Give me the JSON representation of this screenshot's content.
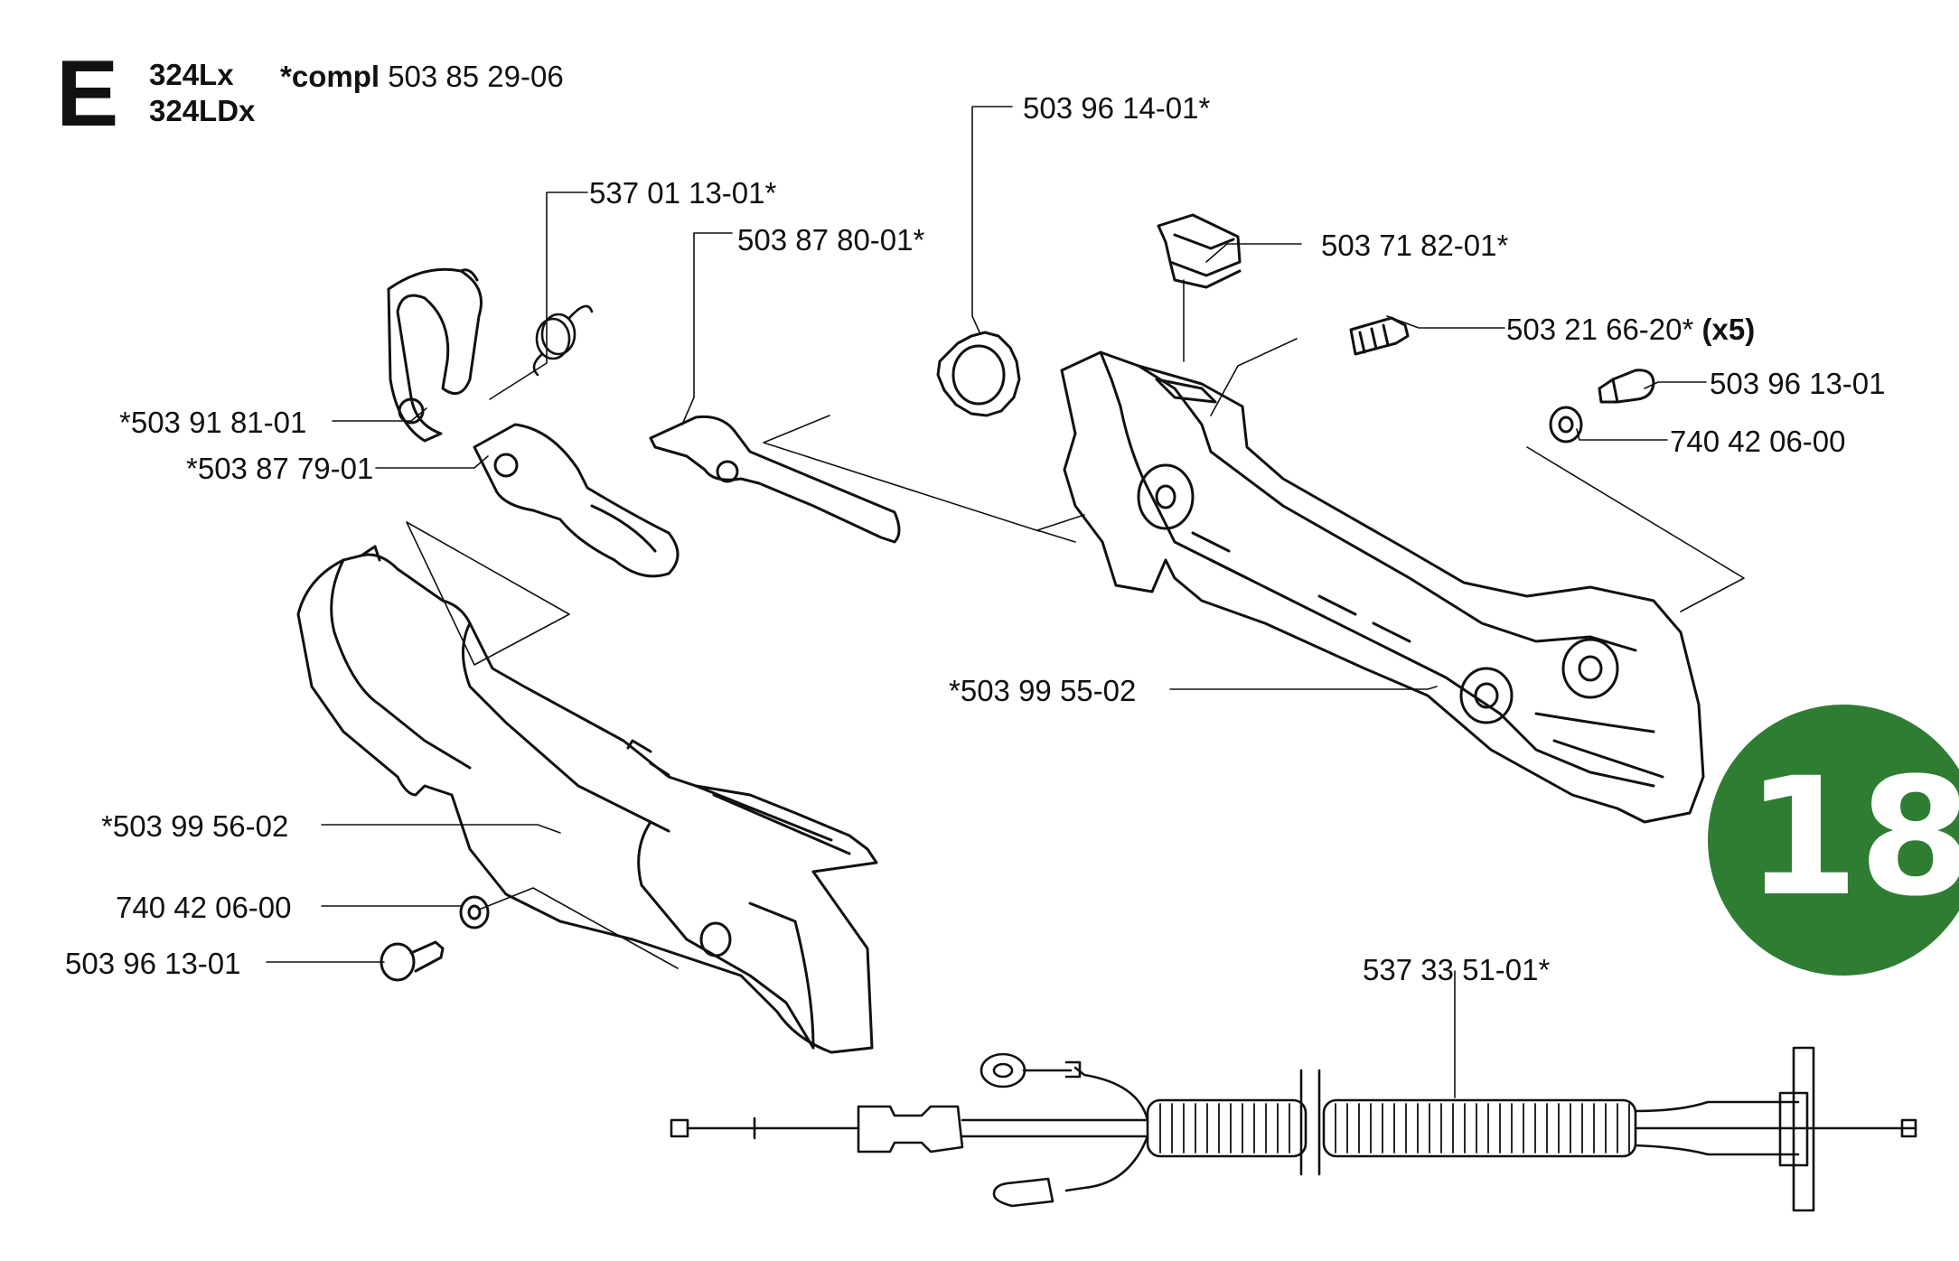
{
  "header": {
    "section_letter": "E",
    "model_1": "324Lx",
    "model_2": "324LDx",
    "compl_prefix": "*compl",
    "compl_number": "503 85 29-06"
  },
  "badge": {
    "number": "18",
    "color": "#2f7d32"
  },
  "parts": {
    "p1": "537 01 13-01*",
    "p2": "503 87 80-01*",
    "p3": "503 96 14-01*",
    "p4": "503 71 82-01*",
    "p5": "503 21 66-20*",
    "p5_qty": "(x5)",
    "p6": "503 96 13-01",
    "p7": "740 42 06-00",
    "p8": "*503 91 81-01",
    "p9": "*503 87 79-01",
    "p10": "*503 99 55-02",
    "p11": "*503 99 56-02",
    "p12": "740 42 06-00",
    "p13": "503 96 13-01",
    "p14": "537 33 51-01*"
  }
}
